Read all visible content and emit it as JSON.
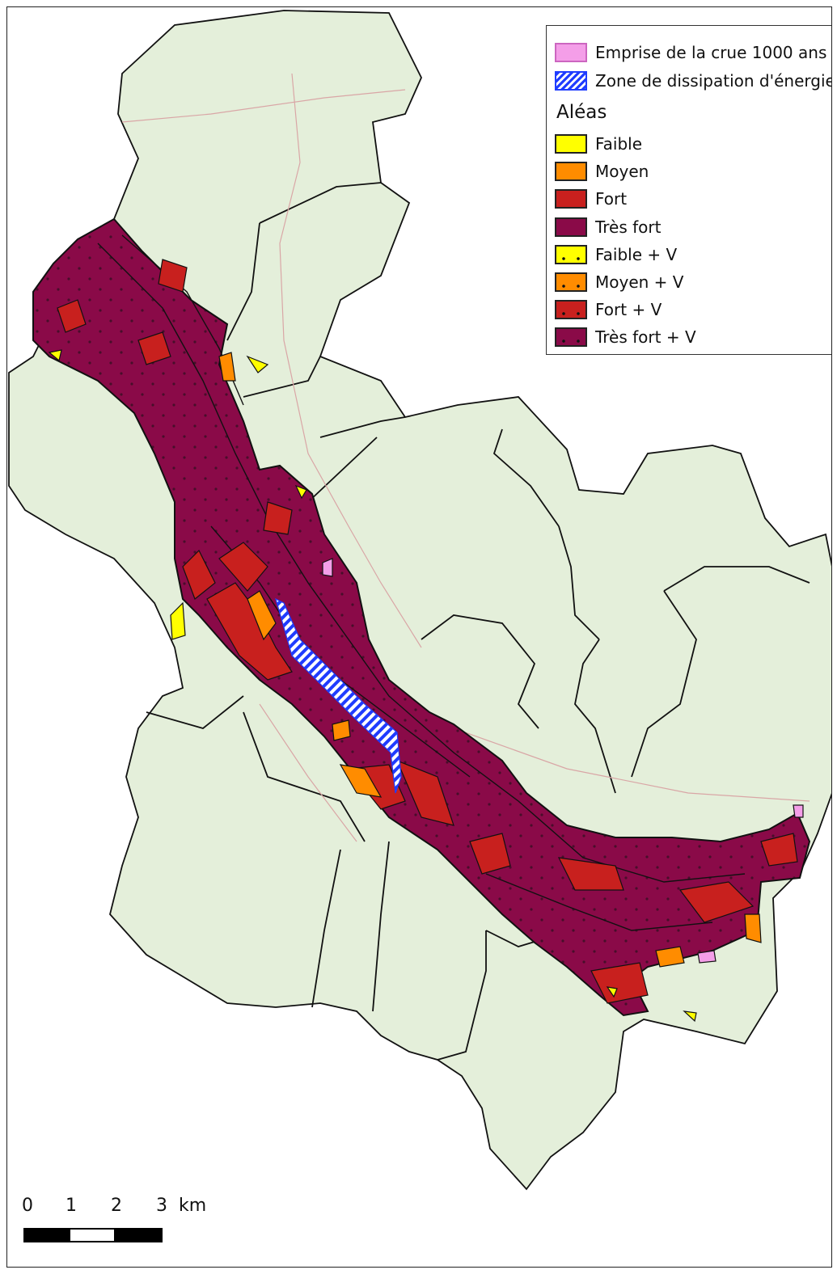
{
  "map": {
    "colors": {
      "background_land": "#e4efda",
      "commune_border": "#111111",
      "faible": "#ffff00",
      "moyen": "#ff8c00",
      "fort": "#c8201e",
      "tres_fort": "#8a0a48",
      "crue_1000": "#f49ee8",
      "dissipation": "#1f3cff"
    },
    "legend": {
      "top_items": [
        {
          "label": "Emprise de la crue 1000 ans",
          "swatch": "crue_1000"
        },
        {
          "label": "Zone de dissipation d'énergie",
          "swatch": "dissipation"
        }
      ],
      "heading": "Aléas",
      "items": [
        {
          "label": "Faible",
          "swatch": "faible",
          "dotted": false
        },
        {
          "label": "Moyen",
          "swatch": "moyen",
          "dotted": false
        },
        {
          "label": "Fort",
          "swatch": "fort",
          "dotted": false
        },
        {
          "label": "Très fort",
          "swatch": "tres_fort",
          "dotted": false
        },
        {
          "label": "Faible + V",
          "swatch": "faible",
          "dotted": true
        },
        {
          "label": "Moyen + V",
          "swatch": "moyen",
          "dotted": true
        },
        {
          "label": "Fort + V",
          "swatch": "fort",
          "dotted": true
        },
        {
          "label": "Très fort + V",
          "swatch": "tres_fort",
          "dotted": true
        }
      ]
    },
    "scale_bar": {
      "ticks": [
        "0",
        "1",
        "2",
        "3"
      ],
      "unit": "km"
    }
  }
}
